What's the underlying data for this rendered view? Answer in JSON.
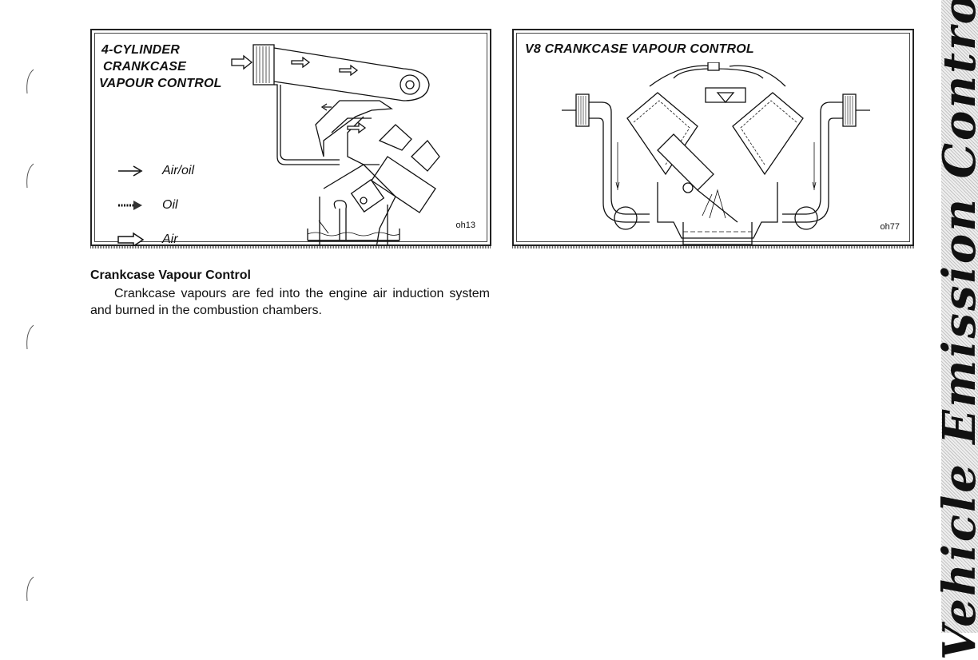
{
  "figures": [
    {
      "title_lines": [
        "4-CYLINDER",
        "CRANKCASE",
        "VAPOUR CONTROL"
      ],
      "legend": [
        {
          "label": "Air/oil",
          "icon": "thin-arrow-icon"
        },
        {
          "label": "Oil",
          "icon": "dotted-arrow-icon"
        },
        {
          "label": "Air",
          "icon": "hollow-arrow-icon"
        }
      ],
      "code": "oh13"
    },
    {
      "title": "V8 CRANKCASE VAPOUR CONTROL",
      "code": "oh77"
    }
  ],
  "section": {
    "heading": "Crankcase Vapour Control",
    "body": "Crankcase vapours are fed into the engine air induction system and burned in the combustion chambers."
  },
  "side_tab": {
    "text": "Vehicle Emission Control"
  }
}
